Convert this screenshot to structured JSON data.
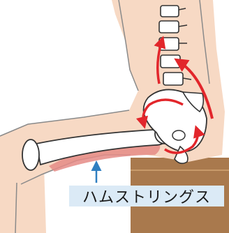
{
  "label": {
    "text": "ハムストリングス"
  },
  "colors": {
    "skin": "#f7d9c4",
    "skin_outline": "#8a8a8a",
    "bone": "#ffffff",
    "bone_outline": "#333333",
    "muscle": "#e58b86",
    "arrow_red": "#e2262b",
    "arrow_blue": "#2f7fc1",
    "seat": "#a9794d",
    "seat_line": "#c89a6a",
    "label_bg": "#dbeaf6"
  },
  "icons": {
    "arrow_red": "curved-red-arrow",
    "arrow_blue": "pointer-arrow"
  }
}
